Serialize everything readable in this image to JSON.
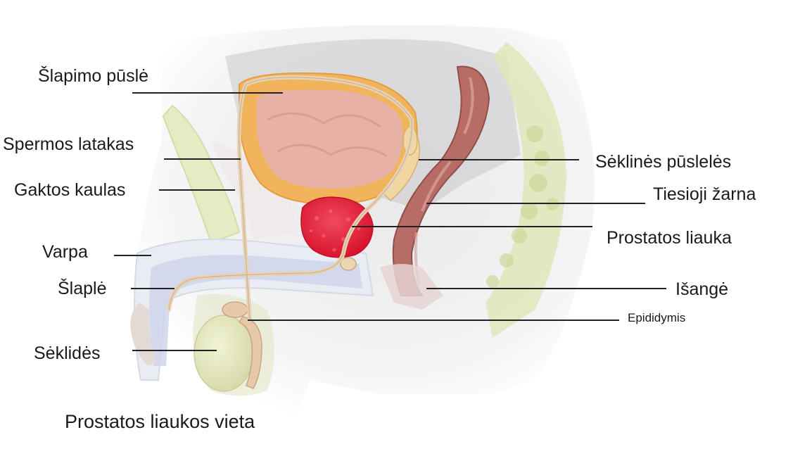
{
  "diagram": {
    "caption": "Prostatos liaukos vieta",
    "labels": {
      "slapimo_pusle": "Šlapimo pūslė",
      "spermos_latakas": "Spermos latakas",
      "gaktos_kaulas": "Gaktos kaulas",
      "varpa": "Varpa",
      "slaple": "Šlaplė",
      "seklides": "Sėklidės",
      "seklines_puseles": "Sėklinės pūslelės",
      "tiesioji_zarna": "Tiesioji žarna",
      "prostatos_liauka": "Prostatos liauka",
      "isange": "Išangė",
      "epididymis": "Epididymis"
    },
    "colors": {
      "prostate": "#e8213a",
      "bladder_wall": "#f1b45c",
      "bladder_inner": "#e9b3a6",
      "rectum": "#a85a52",
      "bone": "#e8ecc8",
      "skin": "#f2ece8",
      "testis": "#e3e6bd",
      "duct": "#eedbc0",
      "urethra_tissue": "#cdd4ea",
      "leader": "#222222"
    }
  }
}
